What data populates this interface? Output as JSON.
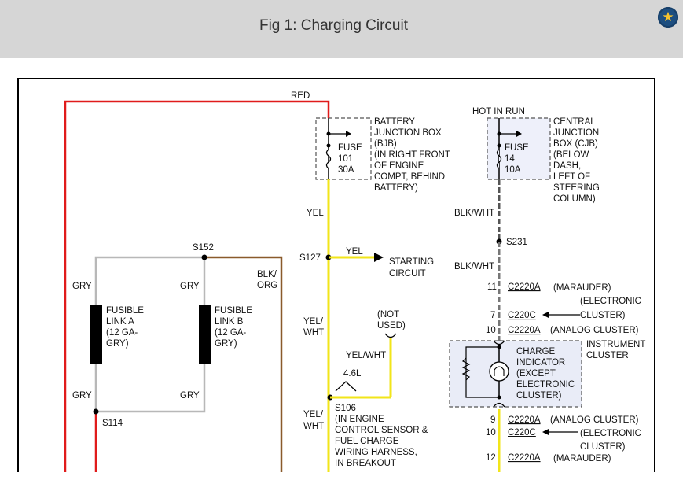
{
  "header": {
    "title": "Fig 1: Charging Circuit",
    "bookmark_icon": "star-icon"
  },
  "colors": {
    "red": "#e01b1b",
    "yellow": "#f2e51a",
    "gray": "#b8b8b8",
    "brown": "#8a5a2b",
    "black": "#000000"
  },
  "wire_labels": {
    "red": "RED",
    "yel_top": "YEL",
    "yel_start": "YEL",
    "yel_wht_1": "YEL/",
    "yel_wht_2": "WHT",
    "yel_wht_3": "YEL/",
    "yel_wht_4": "WHT",
    "yel_wht_branch": "YEL/WHT",
    "gry_a_top": "GRY",
    "gry_b_top": "GRY",
    "gry_a_bot": "GRY",
    "gry_b_bot": "GRY",
    "blk_org_1": "BLK/",
    "blk_org_2": "ORG",
    "hot_in_run": "HOT IN RUN",
    "blk_wht_1": "BLK/WHT",
    "blk_wht_2": "BLK/WHT",
    "engine": "4.6L"
  },
  "splices": {
    "s152": "S152",
    "s127": "S127",
    "s114": "S114",
    "s106": "S106",
    "s231": "S231"
  },
  "s106_desc": [
    "(IN ENGINE",
    "CONTROL SENSOR &",
    "FUEL CHARGE",
    "WIRING HARNESS,",
    "IN BREAKOUT"
  ],
  "bjb": {
    "desc": [
      "BATTERY",
      "JUNCTION BOX",
      "(BJB)",
      "(IN RIGHT FRONT",
      "OF ENGINE",
      "COMPT, BEHIND",
      "BATTERY)"
    ],
    "fuse": [
      "FUSE",
      "101",
      "30A"
    ]
  },
  "cjb": {
    "desc": [
      "CENTRAL",
      "JUNCTION",
      "BOX (CJB)",
      "(BELOW",
      "DASH,",
      "LEFT OF",
      "STEERING",
      "COLUMN)"
    ],
    "fuse": [
      "FUSE",
      "14",
      "10A"
    ]
  },
  "fusible_a": [
    "FUSIBLE",
    "LINK A",
    "(12 GA-",
    "GRY)"
  ],
  "fusible_b": [
    "FUSIBLE",
    "LINK B",
    "(12 GA-",
    "GRY)"
  ],
  "starting": [
    "STARTING",
    "CIRCUIT"
  ],
  "not_used": [
    "(NOT",
    "USED)"
  ],
  "cluster": {
    "label": [
      "INSTRUMENT",
      "CLUSTER"
    ],
    "indicator": [
      "CHARGE",
      "INDICATOR",
      "(EXCEPT",
      "ELECTRONIC",
      "CLUSTER)"
    ]
  },
  "connectors_top": [
    {
      "pin": "11",
      "conn": "C2220A",
      "note": [
        "(MARAUDER)"
      ]
    },
    {
      "pin": "7",
      "conn": "C220C",
      "note": [
        "(ELECTRONIC",
        "CLUSTER)"
      ]
    },
    {
      "pin": "10",
      "conn": "C2220A",
      "note": [
        "(ANALOG CLUSTER)"
      ]
    }
  ],
  "connectors_bottom": [
    {
      "pin": "9",
      "conn": "C2220A",
      "note": [
        "(ANALOG CLUSTER)"
      ]
    },
    {
      "pin": "10",
      "conn": "C220C",
      "note": [
        "(ELECTRONIC",
        "CLUSTER)"
      ]
    },
    {
      "pin": "12",
      "conn": "C2220A",
      "note": [
        "(MARAUDER)"
      ]
    }
  ]
}
